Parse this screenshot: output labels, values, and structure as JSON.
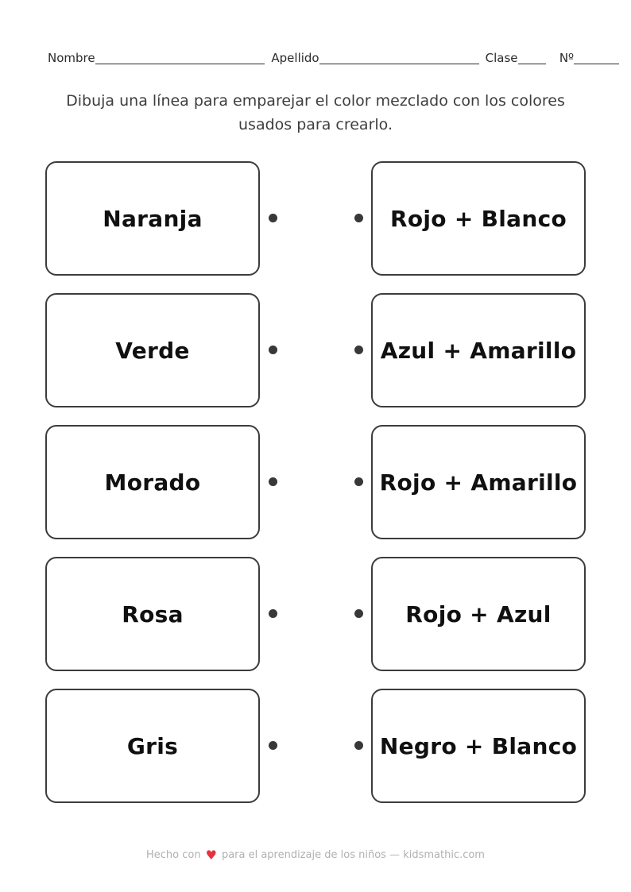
{
  "worksheet": {
    "header": {
      "fields": [
        {
          "label": "Nombre"
        },
        {
          "label": "Apellido"
        },
        {
          "label": "Clase"
        },
        {
          "label": "Nº"
        }
      ]
    },
    "instructions": {
      "lines": [
        "Dibuja una línea para emparejar el color mezclado con los colores",
        "usados para crearlo."
      ]
    },
    "matching": {
      "rows": [
        {
          "left": "Naranja",
          "right": "Rojo + Blanco"
        },
        {
          "left": "Verde",
          "right": "Azul + Amarillo"
        },
        {
          "left": "Morado",
          "right": "Rojo + Amarillo"
        },
        {
          "left": "Rosa",
          "right": "Rojo + Azul"
        },
        {
          "left": "Gris",
          "right": "Negro + Blanco"
        }
      ]
    },
    "footer": {
      "text_before_heart": "Hecho con",
      "heart_icon": "♥",
      "text_after_heart": "para el aprendizaje de los niños — kidsmathic.com"
    },
    "colors": {
      "box_border": "#3c3c3c",
      "dot": "#383838",
      "box_text": "#101010",
      "muted_text": "#b1b1b1",
      "heart": "#e8313f"
    }
  }
}
